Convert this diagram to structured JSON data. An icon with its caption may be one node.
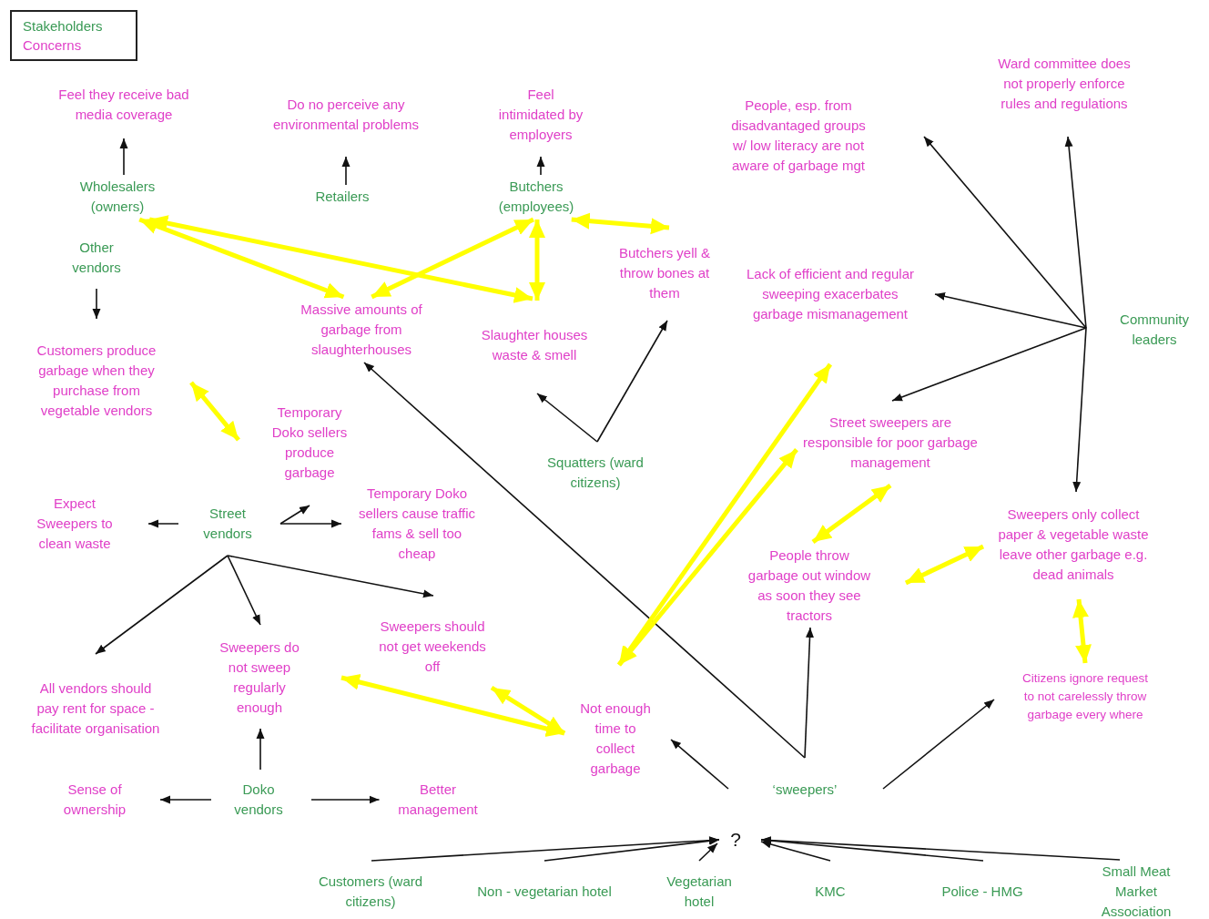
{
  "diagram": {
    "nodes": [
      {
        "text": [
          "Feel they receive bad media coverage"
        ]
      },
      {
        "text": [
          "Do no perceive any environmental problems"
        ]
      },
      {
        "text": [
          "Feel intimidated by employers"
        ]
      },
      {
        "text": [
          "People, esp. from disadvantaged groups w/ low literacy are not aware of garbage mgt"
        ]
      },
      {
        "text": [
          "Ward committee does not properly enforce rules and regulations"
        ]
      },
      {
        "text": [
          "Wholesalers (owners)"
        ]
      },
      {
        "text": [
          "Retailers"
        ]
      },
      {
        "text": [
          "Butchers (employees)"
        ]
      },
      {
        "text": [
          "Other vendors"
        ]
      },
      {
        "text": [
          "Butchers yell & throw bones at them"
        ]
      },
      {
        "text": [
          "Lack of efficient and regular sweeping exacerbates garbage mismanagement"
        ]
      },
      {
        "text": [
          "Community leaders"
        ]
      },
      {
        "text": [
          "Customers produce garbage when they purchase from vegetable vendors"
        ]
      },
      {
        "text": [
          "Massive amounts of garbage from slaughterhouses"
        ]
      },
      {
        "text": [
          "Slaughter houses waste & smell"
        ]
      },
      {
        "text": [
          "Temporary Doko sellers produce garbage"
        ]
      },
      {
        "text": [
          "Squatters (ward citizens)"
        ]
      },
      {
        "text": [
          "Street sweepers are responsible for poor garbage management"
        ]
      },
      {
        "text": [
          "Expect Sweepers to clean waste"
        ]
      },
      {
        "text": [
          "Street vendors"
        ]
      },
      {
        "text": [
          "Temporary Doko sellers cause traffic fams & sell too cheap"
        ]
      },
      {
        "text": [
          "Sweepers only collect paper & vegetable waste leave other garbage e.g. dead animals"
        ]
      },
      {
        "text": [
          "People throw garbage out window as soon they see tractors"
        ]
      },
      {
        "text": [
          "Sweepers should not get weekends off"
        ]
      },
      {
        "text": [
          "All vendors should pay rent for space - facilitate organisation"
        ]
      },
      {
        "text": [
          "Sweepers do not sweep regularly enough"
        ]
      },
      {
        "text": [
          "Citizens ignore request to not carelessly throw garbage every where"
        ]
      },
      {
        "text": [
          "Not enough time to collect garbage"
        ]
      },
      {
        "text": [
          "Sense of ownership"
        ]
      },
      {
        "text": [
          "Doko vendors"
        ]
      },
      {
        "text": [
          "Better management"
        ]
      },
      {
        "text": [
          "‘sweepers’"
        ]
      },
      {
        "text": [
          "?"
        ]
      },
      {
        "text": [
          "Customers (ward citizens)"
        ]
      },
      {
        "text": [
          "Non - vegetarian hotel"
        ]
      },
      {
        "text": [
          "Vegetarian hotel"
        ]
      },
      {
        "text": [
          "KMC"
        ]
      },
      {
        "text": [
          "Police - HMG"
        ]
      },
      {
        "text": [
          "Small Meat Market Association"
        ]
      }
    ],
    "edges": [
      {
        "from": 5,
        "to": 0,
        "arrow": "to"
      },
      {
        "from": 6,
        "to": 1,
        "arrow": "to"
      },
      {
        "from": 7,
        "to": 2,
        "arrow": "to"
      },
      {
        "from": 8,
        "to": 12,
        "arrow": "to"
      },
      {
        "from": 11,
        "to": 3,
        "arrow": "to"
      },
      {
        "from": 11,
        "to": 4,
        "arrow": "to"
      },
      {
        "from": 11,
        "to": 10,
        "arrow": "to"
      },
      {
        "from": 11,
        "to": 17,
        "arrow": "to"
      },
      {
        "from": 11,
        "to": 21,
        "arrow": "to"
      },
      {
        "from": 16,
        "to": 14,
        "arrow": "to"
      },
      {
        "from": 16,
        "to": 9,
        "arrow": "to"
      },
      {
        "from": 19,
        "to": 18,
        "arrow": "to"
      },
      {
        "from": 19,
        "to": 15,
        "arrow": "to"
      },
      {
        "from": 19,
        "to": 20,
        "arrow": "to"
      },
      {
        "from": 19,
        "to": 24,
        "arrow": "to"
      },
      {
        "from": 19,
        "to": 25,
        "arrow": "to"
      },
      {
        "from": 19,
        "to": 23,
        "arrow": "to"
      },
      {
        "from": 29,
        "to": 25,
        "arrow": "to"
      },
      {
        "from": 29,
        "to": 28,
        "arrow": "to"
      },
      {
        "from": 29,
        "to": 30,
        "arrow": "to"
      },
      {
        "from": 31,
        "to": 27,
        "arrow": "to"
      },
      {
        "from": 31,
        "to": 13,
        "arrow": "to"
      },
      {
        "from": 31,
        "to": 22,
        "arrow": "to"
      },
      {
        "from": 31,
        "to": 26,
        "arrow": "to"
      },
      {
        "from": 33,
        "to": 32,
        "arrow": "to"
      },
      {
        "from": 34,
        "to": 32,
        "arrow": "to"
      },
      {
        "from": 35,
        "to": 32,
        "arrow": "to"
      },
      {
        "from": 36,
        "to": 32,
        "arrow": "to"
      },
      {
        "from": 37,
        "to": 32,
        "arrow": "to"
      },
      {
        "from": 38,
        "to": 32,
        "arrow": "to"
      },
      {
        "from": 5,
        "to": 13,
        "arrow": "both",
        "style": "thick",
        "color": "#ffff00"
      },
      {
        "from": 5,
        "to": 14,
        "arrow": "both",
        "style": "thick",
        "color": "#ffff00"
      },
      {
        "from": 7,
        "to": 13,
        "arrow": "both",
        "style": "thick",
        "color": "#ffff00"
      },
      {
        "from": 7,
        "to": 14,
        "arrow": "both",
        "style": "thick",
        "color": "#ffff00"
      },
      {
        "from": 7,
        "to": 9,
        "arrow": "both",
        "style": "thick",
        "color": "#ffff00"
      },
      {
        "from": 12,
        "to": 15,
        "arrow": "both",
        "style": "thick",
        "color": "#ffff00"
      },
      {
        "from": 27,
        "to": 10,
        "arrow": "both",
        "style": "thick",
        "color": "#ffff00"
      },
      {
        "from": 27,
        "to": 17,
        "arrow": "both",
        "style": "thick",
        "color": "#ffff00"
      },
      {
        "from": 27,
        "to": 25,
        "arrow": "both",
        "style": "thick",
        "color": "#ffff00"
      },
      {
        "from": 27,
        "to": 23,
        "arrow": "both",
        "style": "thick",
        "color": "#ffff00"
      },
      {
        "from": 17,
        "to": 22,
        "arrow": "both",
        "style": "thick",
        "color": "#ffff00"
      },
      {
        "from": 22,
        "to": 21,
        "arrow": "both",
        "style": "thick",
        "color": "#ffff00"
      },
      {
        "from": 21,
        "to": 26,
        "arrow": "both",
        "style": "thick",
        "color": "#ffff00"
      }
    ],
    "legend": [
      {
        "text": "Stakeholders",
        "color": "#3a9a55"
      },
      {
        "text": "Concerns",
        "color": "#e040c8"
      }
    ]
  }
}
